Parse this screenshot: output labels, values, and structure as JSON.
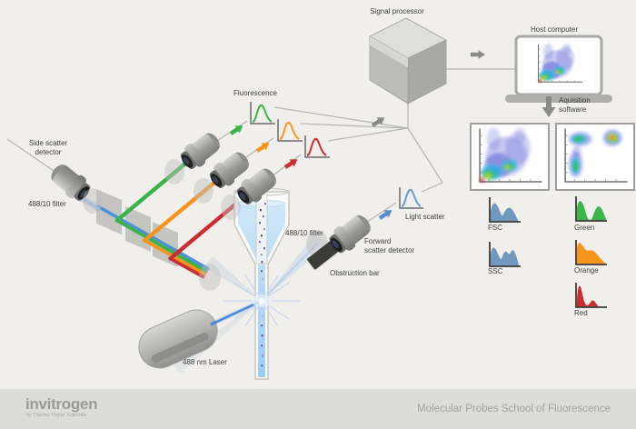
{
  "labels": {
    "signal_processor": "Signal processor",
    "host_computer": "Host computer",
    "acquisition_line1": "Aquisition",
    "acquisition_line2": "software",
    "fluorescence": "Fluorescence",
    "side_scatter_line1": "Side scatter",
    "side_scatter_line2": "detector",
    "side_filter": "488/10 filter",
    "forward_filter": "488/10 filter",
    "forward_scatter_line1": "Forward",
    "forward_scatter_line2": "scatter detector",
    "obstruction_bar": "Obstruction bar",
    "light_scatter": "Light scatter",
    "laser": "488 nm Laser"
  },
  "legend": {
    "fsc": "FSC",
    "ssc": "SSC",
    "green": "Green",
    "orange": "Orange",
    "red": "Red"
  },
  "footer": {
    "brand": "invitrogen",
    "brand_sub": "by Thermo Fisher Scientific",
    "title": "Molecular Probes School of Fluorescence"
  },
  "colors": {
    "green": "#3bb24a",
    "orange": "#f7941e",
    "red": "#cc2d31",
    "blue": "#5b8fc9",
    "laser_blue": "#3f86d8",
    "background": "#f0efec",
    "footer_bar": "#dcdcda"
  }
}
